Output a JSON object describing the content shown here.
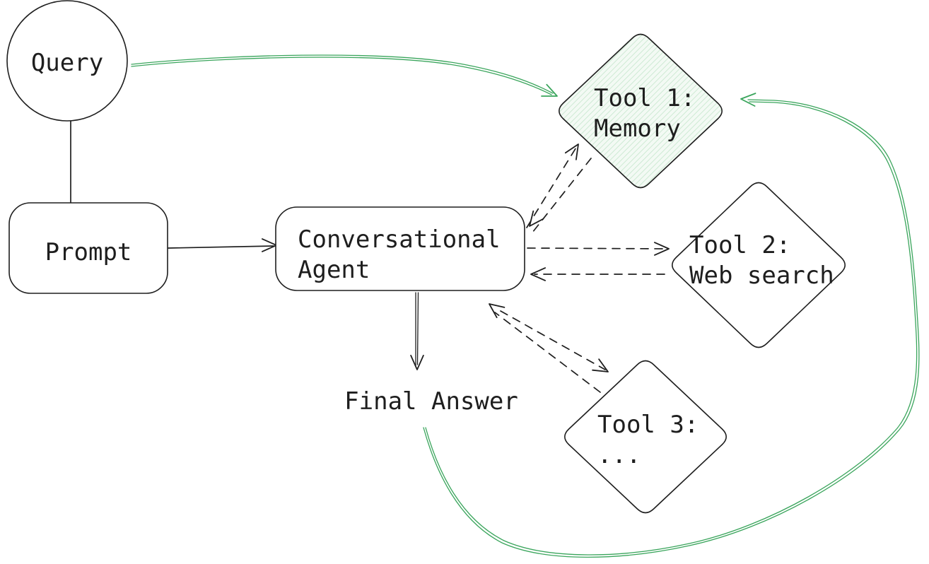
{
  "colors": {
    "ink": "#1e1e1e",
    "green": "#3aa55c",
    "tool1_fill": "#f3faf4",
    "tool1_hatch": "#c7e7ce"
  },
  "nodes": {
    "query": {
      "label": "Query",
      "shape": "circle"
    },
    "prompt": {
      "label": "Prompt",
      "shape": "rounded-rect"
    },
    "agent": {
      "lines": [
        "Conversational",
        "Agent"
      ],
      "shape": "rounded-rect"
    },
    "tool1": {
      "lines": [
        "Tool 1:",
        "Memory"
      ],
      "shape": "diamond",
      "fill": "green-hatch"
    },
    "tool2": {
      "lines": [
        "Tool 2:",
        "Web search"
      ],
      "shape": "diamond",
      "fill": "white"
    },
    "tool3": {
      "lines": [
        "Tool 3:",
        "..."
      ],
      "shape": "diamond",
      "fill": "white"
    },
    "final_answer": {
      "label": "Final Answer",
      "shape": "text"
    }
  },
  "edges": [
    {
      "from": "query",
      "to": "prompt",
      "style": "solid",
      "color": "ink",
      "arrow": "none"
    },
    {
      "from": "prompt",
      "to": "agent",
      "style": "solid",
      "color": "ink",
      "arrow": "end"
    },
    {
      "from": "query",
      "to": "tool1",
      "style": "solid",
      "color": "green",
      "arrow": "end"
    },
    {
      "from": "agent",
      "to": "tool1",
      "style": "dashed",
      "color": "ink",
      "arrow": "end"
    },
    {
      "from": "tool1",
      "to": "agent",
      "style": "dashed",
      "color": "ink",
      "arrow": "end"
    },
    {
      "from": "agent",
      "to": "tool2",
      "style": "dashed",
      "color": "ink",
      "arrow": "end"
    },
    {
      "from": "tool2",
      "to": "agent",
      "style": "dashed",
      "color": "ink",
      "arrow": "end"
    },
    {
      "from": "agent",
      "to": "tool3",
      "style": "dashed",
      "color": "ink",
      "arrow": "end"
    },
    {
      "from": "tool3",
      "to": "agent",
      "style": "dashed",
      "color": "ink",
      "arrow": "end"
    },
    {
      "from": "agent",
      "to": "final_answer",
      "style": "solid",
      "color": "ink",
      "arrow": "end"
    },
    {
      "from": "final_answer",
      "to": "tool1",
      "style": "solid",
      "color": "green",
      "arrow": "end"
    }
  ]
}
